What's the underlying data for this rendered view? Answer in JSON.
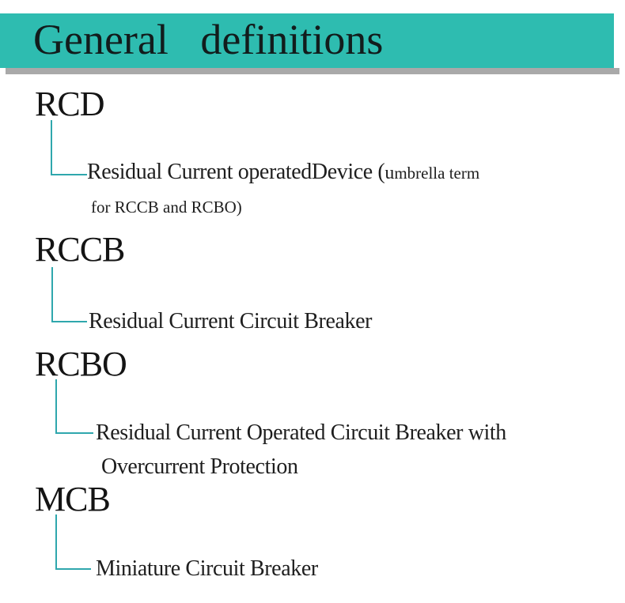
{
  "slide": {
    "title": "General   definitions",
    "colors": {
      "banner": "#2ebcb0",
      "banner_shadow": "#a9a9a9",
      "connector": "#2fa7ad",
      "text": "#1b1b1b"
    },
    "sections": [
      {
        "abbr": "RCD",
        "lines": [
          {
            "segments": [
              {
                "text": "Residual Current operatedDevice ("
              },
              {
                "text": "u"
              },
              {
                "text": "mbrella term"
              }
            ]
          },
          {
            "segments": [
              {
                "text": "for RCCB and RCBO)"
              }
            ]
          }
        ]
      },
      {
        "abbr": "RCCB",
        "lines": [
          {
            "segments": [
              {
                "text": "Residual Current Circuit Breaker"
              }
            ]
          }
        ]
      },
      {
        "abbr": "RCBO",
        "lines": [
          {
            "segments": [
              {
                "text": "Residual Current Operated Circuit Breaker with"
              }
            ]
          },
          {
            "segments": [
              {
                "text": "Overcurrent Protection"
              }
            ]
          }
        ]
      },
      {
        "abbr": "MCB",
        "lines": [
          {
            "segments": [
              {
                "text": "Miniature Circuit Breaker"
              }
            ]
          }
        ]
      }
    ]
  }
}
